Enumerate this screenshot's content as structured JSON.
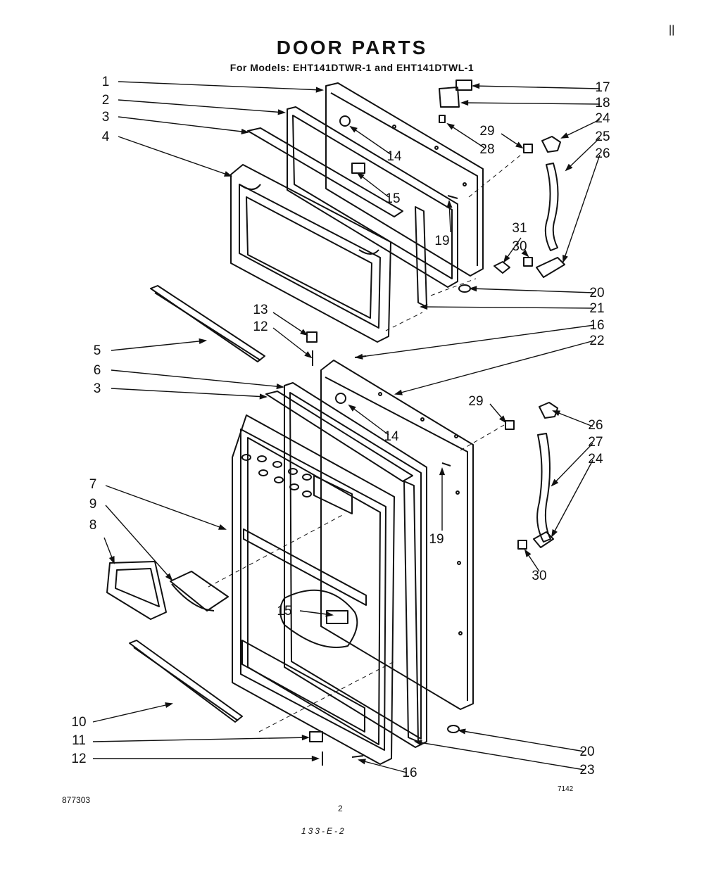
{
  "page": {
    "title": "DOOR PARTS",
    "subtitle": "For Models: EHT141DTWR-1 and EHT141DTWL-1",
    "corner_mark": "||",
    "doc_number": "877303",
    "page_number": "2",
    "figure_code": "7142",
    "handwritten_ref": "133-E-2"
  },
  "diagram": {
    "callouts": [
      {
        "num": "1"
      },
      {
        "num": "2"
      },
      {
        "num": "3"
      },
      {
        "num": "4"
      },
      {
        "num": "14"
      },
      {
        "num": "15"
      },
      {
        "num": "17"
      },
      {
        "num": "18"
      },
      {
        "num": "24"
      },
      {
        "num": "29"
      },
      {
        "num": "28"
      },
      {
        "num": "25"
      },
      {
        "num": "26"
      },
      {
        "num": "19"
      },
      {
        "num": "31"
      },
      {
        "num": "30"
      },
      {
        "num": "20"
      },
      {
        "num": "21"
      },
      {
        "num": "13"
      },
      {
        "num": "12"
      },
      {
        "num": "16"
      },
      {
        "num": "22"
      },
      {
        "num": "5"
      },
      {
        "num": "6"
      },
      {
        "num": "3"
      },
      {
        "num": "14"
      },
      {
        "num": "29"
      },
      {
        "num": "26"
      },
      {
        "num": "27"
      },
      {
        "num": "24"
      },
      {
        "num": "19"
      },
      {
        "num": "30"
      },
      {
        "num": "7"
      },
      {
        "num": "9"
      },
      {
        "num": "8"
      },
      {
        "num": "15"
      },
      {
        "num": "10"
      },
      {
        "num": "11"
      },
      {
        "num": "12"
      },
      {
        "num": "20"
      },
      {
        "num": "23"
      },
      {
        "num": "16"
      }
    ]
  }
}
